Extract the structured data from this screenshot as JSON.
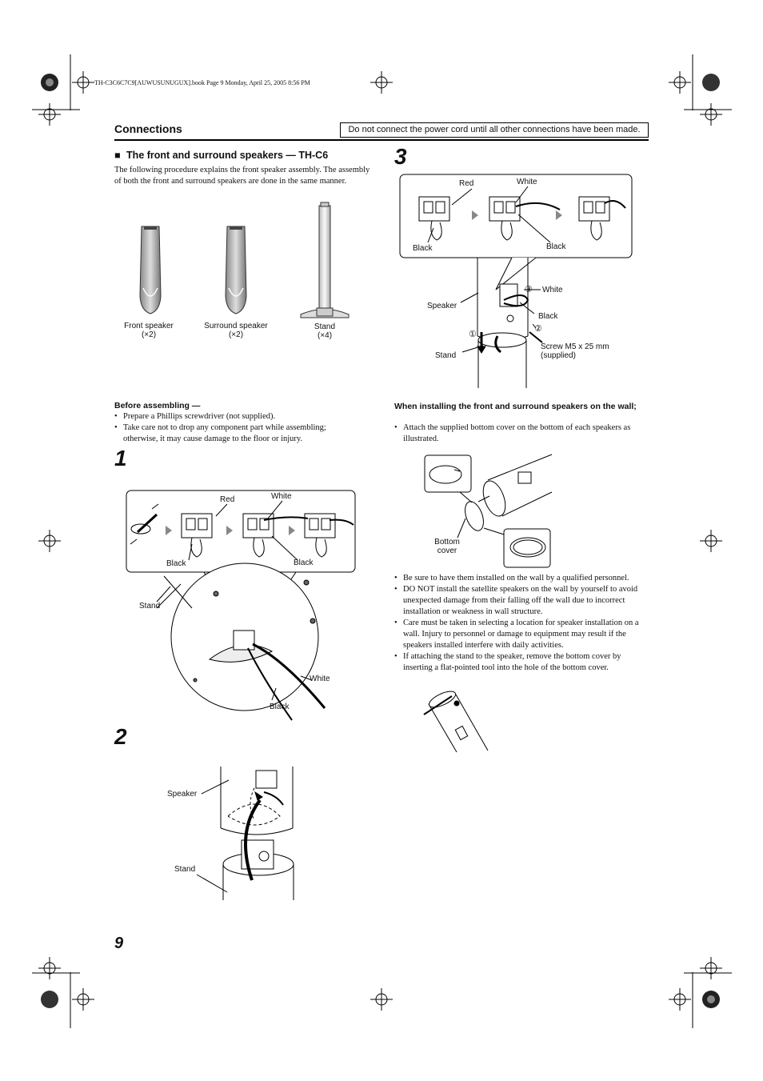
{
  "header_meta": "TH-C3C6C7C9[AUWUSUNUGUX].book  Page 9  Monday, April 25, 2005  8:56 PM",
  "section_title": "Connections",
  "notice": "Do not connect the power cord until all other connections have been made.",
  "subheading": {
    "marker": "■",
    "text": "The front and surround speakers — TH-C6"
  },
  "intro": "The following procedure explains the front speaker assembly. The assembly of both the front and surround speakers are done in the same manner.",
  "components": {
    "front": [
      "Front speaker",
      "(×2)"
    ],
    "surround": [
      "Surround speaker",
      "(×2)"
    ],
    "stand": [
      "Stand",
      "(×4)"
    ]
  },
  "before": {
    "heading": "Before assembling —",
    "items": [
      "Prepare a Phillips screwdriver (not supplied).",
      "Take care not to drop any component part while assembling; otherwise, it may cause damage to the floor or injury."
    ]
  },
  "steps": {
    "s1": "1",
    "s2": "2",
    "s3": "3"
  },
  "step1_labels": {
    "red": "Red",
    "white": "White",
    "black1": "Black",
    "black2": "Black",
    "stand": "Stand",
    "white2": "White",
    "black3": "Black"
  },
  "step2_labels": {
    "speaker": "Speaker",
    "stand": "Stand"
  },
  "step3_labels": {
    "red": "Red",
    "white": "White",
    "black1": "Black",
    "black2": "Black",
    "speaker": "Speaker",
    "white2": "White",
    "black3": "Black",
    "stand": "Stand",
    "n1": "①",
    "n2": "②",
    "n3": "③",
    "screw": [
      "Screw M5 x 25 mm",
      "(supplied)"
    ]
  },
  "wall": {
    "heading": "When installing the front and surround speakers on the wall;",
    "item1": "Attach the supplied bottom cover on the bottom of each speakers as illustrated.",
    "bottom_cover": [
      "Bottom",
      "cover"
    ],
    "items": [
      "Be sure to have them installed on the wall by a qualified personnel.",
      "DO NOT install the satellite speakers on the wall by yourself to avoid unexpected damage from their falling off the wall due to incorrect installation or weakness in wall structure.",
      "Care must be taken in selecting a location for speaker installation on a wall. Injury to personnel or damage to equipment may result if the speakers installed interfere with daily activities.",
      "If attaching the stand to the speaker, remove the bottom cover by inserting a flat-pointed tool into the hole of the bottom cover."
    ]
  },
  "page_number": "9"
}
